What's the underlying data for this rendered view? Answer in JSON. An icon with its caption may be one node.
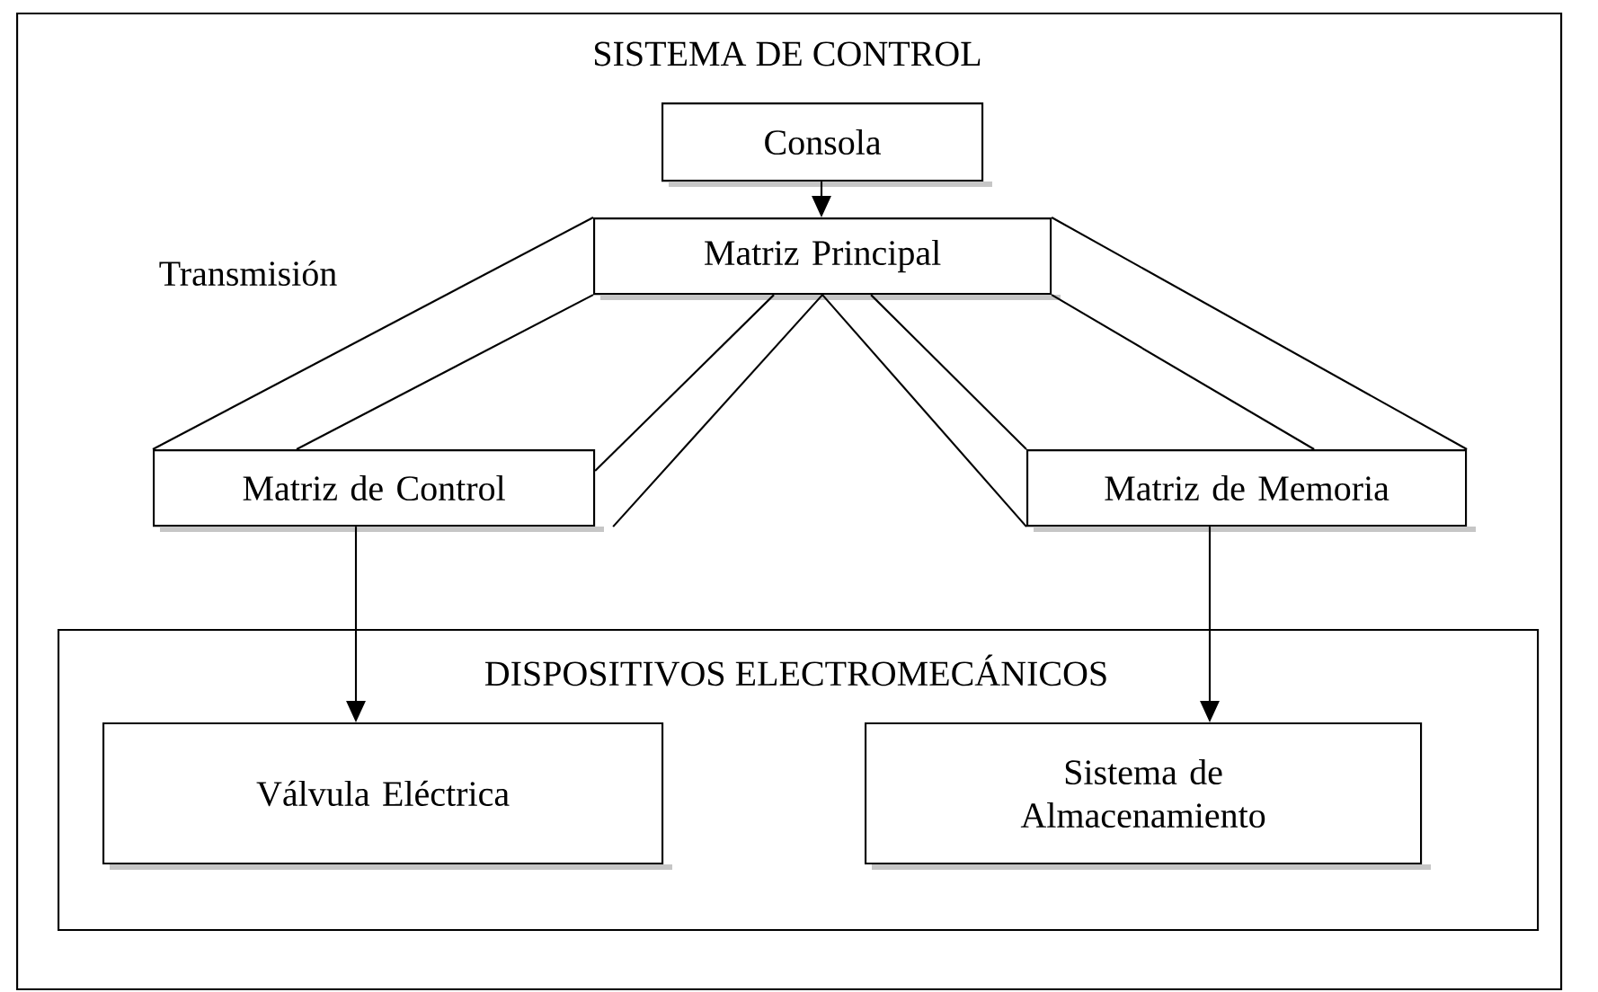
{
  "diagram": {
    "nodes": [
      {
        "text": [
          "SISTEMA DE CONTROL"
        ]
      },
      {
        "text": [
          "Consola"
        ],
        "in": 0
      },
      {
        "text": [
          "Matriz Principal"
        ],
        "in": 0
      },
      {
        "text": [
          "Matriz de Control"
        ],
        "in": 0
      },
      {
        "text": [
          "Matriz de Memoria"
        ],
        "in": 0
      },
      {
        "text": [
          "DISPOSITIVOS ELECTROMECÁNICOS"
        ],
        "in": 0
      },
      {
        "text": [
          "Válvula Eléctrica"
        ],
        "in": 5
      },
      {
        "text": [
          "Sistema de Almacenamiento"
        ],
        "in": 5
      }
    ],
    "edges": [
      {
        "from": 1,
        "to": 2,
        "arrow": "to"
      },
      {
        "from": 2,
        "to": 3,
        "arrow": "none"
      },
      {
        "from": 2,
        "to": 3,
        "arrow": "none"
      },
      {
        "from": 2,
        "to": 3,
        "arrow": "none"
      },
      {
        "from": 2,
        "to": 3,
        "arrow": "none"
      },
      {
        "from": 2,
        "to": 4,
        "arrow": "none"
      },
      {
        "from": 2,
        "to": 4,
        "arrow": "none"
      },
      {
        "from": 2,
        "to": 4,
        "arrow": "none"
      },
      {
        "from": 2,
        "to": 4,
        "arrow": "none"
      },
      {
        "from": 3,
        "to": 6,
        "arrow": "to"
      },
      {
        "from": 4,
        "to": 7,
        "arrow": "to"
      }
    ],
    "labels": [
      "Transmisión"
    ]
  }
}
